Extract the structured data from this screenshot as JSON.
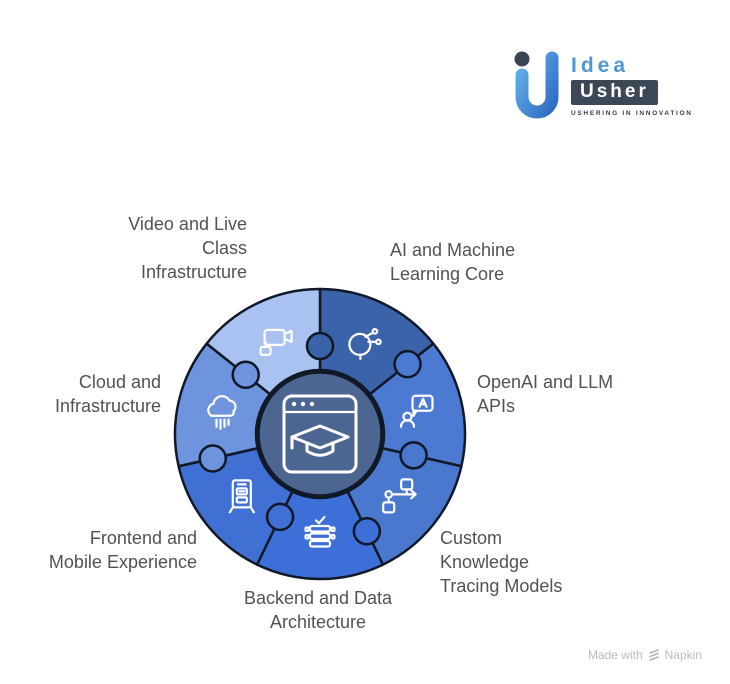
{
  "logo": {
    "brand_top": "Idea",
    "brand_bottom": "Usher",
    "tagline": "USHERING IN INNOVATION",
    "colors": {
      "blue_light": "#62b0e8",
      "blue_dark": "#2f6cc3",
      "slate": "#3e4756",
      "dot": "#3a4352",
      "idea_text": "#4f96d6"
    }
  },
  "diagram": {
    "outline_color": "#111827",
    "center": {
      "icon": "learning-platform-icon",
      "fill": "#4d6691"
    },
    "segments": [
      {
        "id": "ai-core",
        "label": "AI and Machine Learning Core",
        "lines": [
          "AI and Machine",
          "Learning Core"
        ],
        "icon": "ai-head-icon",
        "color": "#3b63aa"
      },
      {
        "id": "openai-llm",
        "label": "OpenAI and LLM APIs",
        "lines": [
          "OpenAI and LLM",
          "APIs"
        ],
        "icon": "chat-translate-icon",
        "color": "#4c7ad2"
      },
      {
        "id": "knowledge-tracing",
        "label": "Custom Knowledge Tracing Models",
        "lines": [
          "Custom",
          "Knowledge",
          "Tracing Models"
        ],
        "icon": "flowchart-icon",
        "color": "#4a78cf"
      },
      {
        "id": "backend-data",
        "label": "Backend and Data Architecture",
        "lines": [
          "Backend and Data",
          "Architecture"
        ],
        "icon": "database-stack-icon",
        "color": "#3d6fd9"
      },
      {
        "id": "frontend-mobile",
        "label": "Frontend and Mobile Experience",
        "lines": [
          "Frontend and",
          "Mobile Experience"
        ],
        "icon": "server-rack-icon",
        "color": "#4070d4"
      },
      {
        "id": "cloud-infra",
        "label": "Cloud and Infrastructure",
        "lines": [
          "Cloud and",
          "Infrastructure"
        ],
        "icon": "cloud-compute-icon",
        "color": "#6f94de"
      },
      {
        "id": "video-live",
        "label": "Video and Live Class Infrastructure",
        "lines": [
          "Video and Live",
          "Class",
          "Infrastructure"
        ],
        "icon": "video-camera-icon",
        "color": "#a9c2f1"
      }
    ]
  },
  "footer": {
    "made_with": "Made with",
    "brand": "Napkin"
  }
}
